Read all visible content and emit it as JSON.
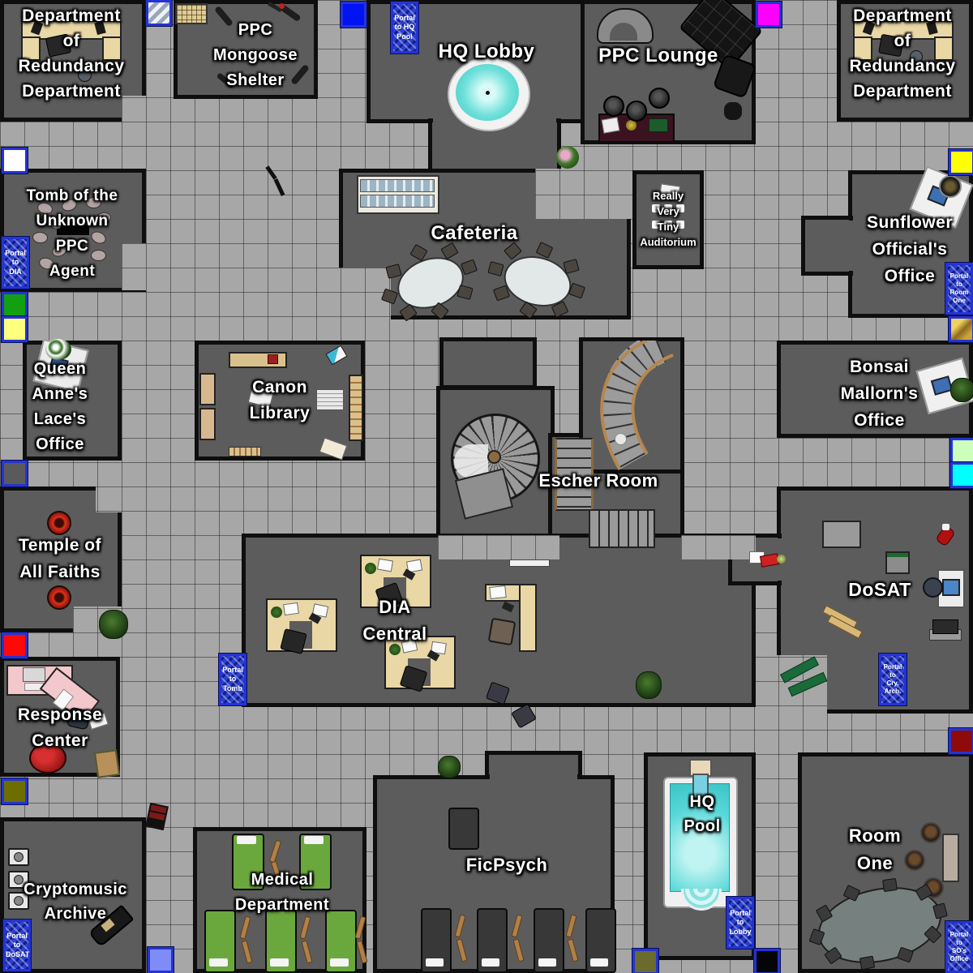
{
  "title": "PPC HQ floor map",
  "colors": {
    "corridor": "#a7a7a7",
    "room": "#5c5c5c",
    "wall": "#0e0e0e",
    "label_text": "#ffffff",
    "water": "#5ad8d8",
    "portal_blue": "#2b3fd0",
    "tile_border": "#2433d6"
  },
  "rooms": {
    "dord_left": {
      "lines": [
        "Department",
        "of",
        "Redundancy",
        "Department"
      ]
    },
    "mongoose": {
      "lines": [
        "PPC",
        "Mongoose",
        "Shelter"
      ]
    },
    "hq_lobby": {
      "lines": [
        "HQ Lobby"
      ]
    },
    "ppc_lounge": {
      "lines": [
        "PPC Lounge"
      ]
    },
    "dord_right": {
      "lines": [
        "Department",
        "of",
        "Redundancy",
        "Department"
      ]
    },
    "tomb": {
      "lines": [
        "Tomb of the",
        "Unknown",
        "PPC",
        "Agent"
      ]
    },
    "cafeteria": {
      "lines": [
        "Cafeteria"
      ]
    },
    "auditorium": {
      "lines": [
        "Really",
        "Very",
        "Tiny",
        "Auditorium"
      ]
    },
    "so_office": {
      "lines": [
        "Sunflower",
        "Official's",
        "Office"
      ]
    },
    "qal_office": {
      "lines": [
        "Queen",
        "Anne's",
        "Lace's",
        "Office"
      ]
    },
    "library": {
      "lines": [
        "Canon",
        "Library"
      ]
    },
    "bonsai": {
      "lines": [
        "Bonsai",
        "Mallorn's",
        "Office"
      ]
    },
    "escher": {
      "lines": [
        "Escher Room"
      ]
    },
    "temple": {
      "lines": [
        "Temple of",
        "All Faiths"
      ]
    },
    "dia": {
      "lines": [
        "DIA",
        "Central"
      ]
    },
    "dosat": {
      "lines": [
        "DoSAT"
      ]
    },
    "response": {
      "lines": [
        "Response",
        "Center"
      ]
    },
    "crypto": {
      "lines": [
        "Cryptomusic",
        "Archive"
      ]
    },
    "medical": {
      "lines": [
        "Medical",
        "Department"
      ]
    },
    "ficpsych": {
      "lines": [
        "FicPsych"
      ]
    },
    "pool": {
      "lines": [
        "HQ",
        "Pool"
      ]
    },
    "room_one": {
      "lines": [
        "Room",
        "One"
      ]
    }
  },
  "portals": {
    "hq_pool": {
      "lines": [
        "Portal",
        "to HQ",
        "Pool"
      ]
    },
    "dia": {
      "lines": [
        "Portal",
        "to",
        "DIA"
      ]
    },
    "room_one": {
      "lines": [
        "Portal",
        "to",
        "Room",
        "One"
      ]
    },
    "tomb": {
      "lines": [
        "Portal",
        "to",
        "Tomb"
      ]
    },
    "cry_arch": {
      "lines": [
        "Portal",
        "to",
        "Cry.",
        "Arch."
      ]
    },
    "dosat": {
      "lines": [
        "Portal",
        "to",
        "DoSAT"
      ]
    },
    "lobby": {
      "lines": [
        "Portal",
        "to",
        "Lobby"
      ]
    },
    "so_office": {
      "lines": [
        "Portal",
        "to",
        "SO's",
        "Office"
      ]
    }
  },
  "edge_tiles": {
    "mirror_top": {
      "color": "#c7ccd6"
    },
    "blue_top": {
      "color": "#0013f2"
    },
    "magenta_top": {
      "color": "#ff00ff"
    },
    "white_left": {
      "color": "#ffffff"
    },
    "yellow_right": {
      "color": "#ffff00"
    },
    "green_left": {
      "color": "#12a012"
    },
    "pale_yellow_left": {
      "color": "#ffff80"
    },
    "gold_right": {
      "color": "#b8912f"
    },
    "gray_left": {
      "color": "#5a5a5a"
    },
    "pale_green_right": {
      "color": "#ccffbb"
    },
    "cyan_right": {
      "color": "#00ffff"
    },
    "red_left": {
      "color": "#ff0808"
    },
    "dark_red_right": {
      "color": "#8e0b0b"
    },
    "olive_left": {
      "color": "#6e6e00"
    },
    "periwinkle_bottom": {
      "color": "#7f8cf7"
    },
    "olive_bottom": {
      "color": "#6b6b2e"
    },
    "black_bottom": {
      "color": "#050505"
    }
  }
}
